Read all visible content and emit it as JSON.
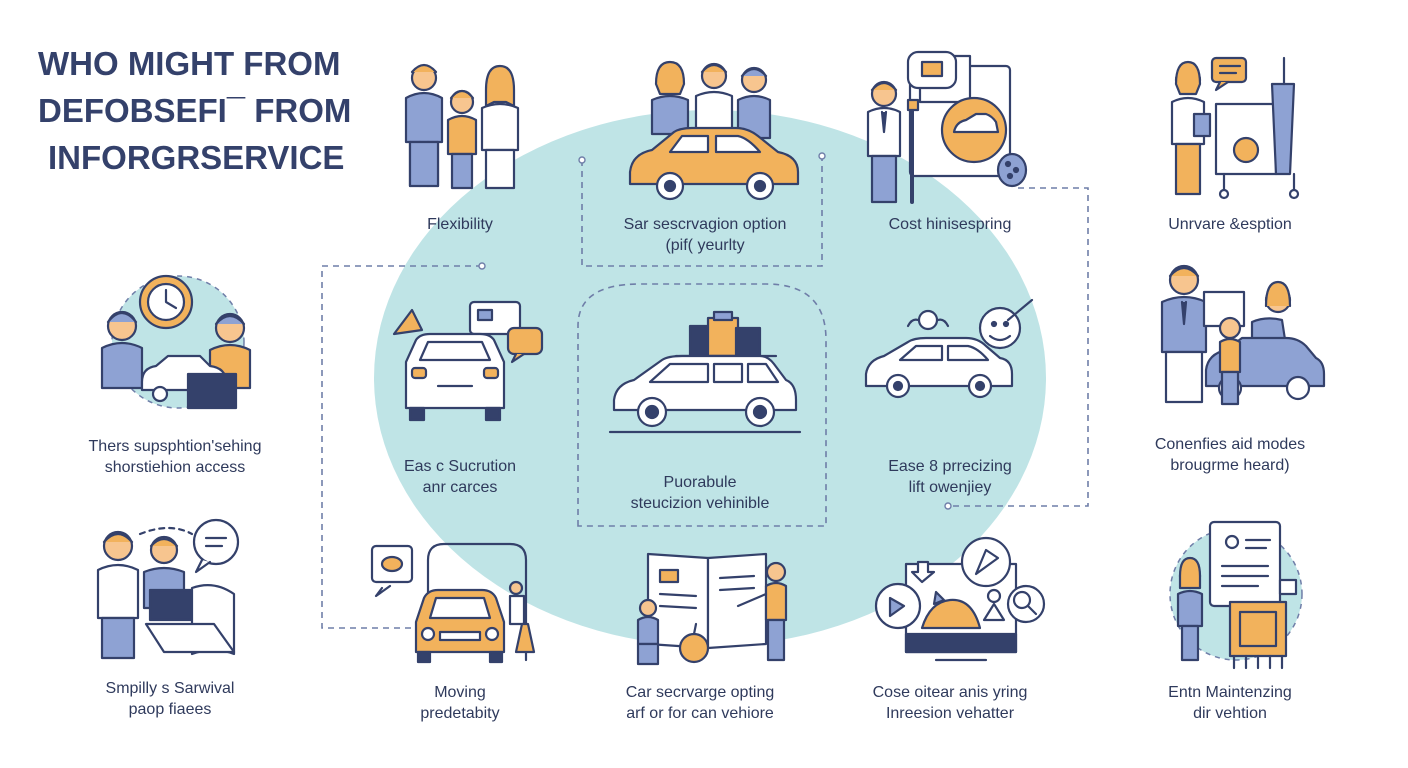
{
  "title": {
    "lines": [
      "WHO MIGHT FROM",
      "DEFOBSEFI¯ FROM",
      "INFORGRSERVICE"
    ]
  },
  "colors": {
    "navy": "#34416b",
    "orange": "#f2b25c",
    "blue": "#8ea2d3",
    "circle": "#bfe4e6",
    "skin": "#f7c58f"
  },
  "cards": {
    "flexibility": {
      "icon": "family-group-icon",
      "lines": [
        "Flexibility"
      ]
    },
    "reservation": {
      "icon": "family-car-icon",
      "lines": [
        "Sar sescrvagion option",
        "(pif( yeurlty"
      ]
    },
    "cost": {
      "icon": "person-car-bubble-icon",
      "lines": [
        "Cost hinisespring"
      ]
    },
    "unvare": {
      "icon": "person-equipment-icon",
      "lines": [
        "Unrvare &esption"
      ]
    },
    "subscription": {
      "icon": "people-clock-car-icon",
      "lines": [
        "Thers supsphtion'sehing",
        "shorstiehion access"
      ]
    },
    "ease": {
      "icon": "car-front-chat-icon",
      "lines": [
        "Eas c Sucrution",
        "anr carces"
      ]
    },
    "purable": {
      "icon": "suv-luggage-icon",
      "lines": [
        "Puorabule",
        "steucizion vehinible"
      ]
    },
    "ease_pricing": {
      "icon": "car-side-face-icon",
      "lines": [
        "Ease 8 prrecizing",
        "lift owenjiey"
      ]
    },
    "conenes": {
      "icon": "family-suv-board-icon",
      "lines": [
        "Conenfies aid modes",
        "brougrme heard)"
      ]
    },
    "smpily": {
      "icon": "people-chat-laptop-icon",
      "lines": [
        "Smpilly s Sarwival",
        "paop fiaees"
      ]
    },
    "moving": {
      "icon": "car-gate-bag-icon",
      "lines": [
        "Moving",
        "predetabity"
      ]
    },
    "car_service": {
      "icon": "book-apple-kids-icon",
      "lines": [
        "Car secrvarge opting",
        "arf or for can vehiore"
      ]
    },
    "cose": {
      "icon": "monitor-analytics-icon",
      "lines": [
        "Cose oitear anis yring",
        "Inreesion vehatter"
      ]
    },
    "maintaining": {
      "icon": "person-document-icon",
      "lines": [
        "Entn Maintenzing",
        "dir vehtion"
      ]
    }
  }
}
